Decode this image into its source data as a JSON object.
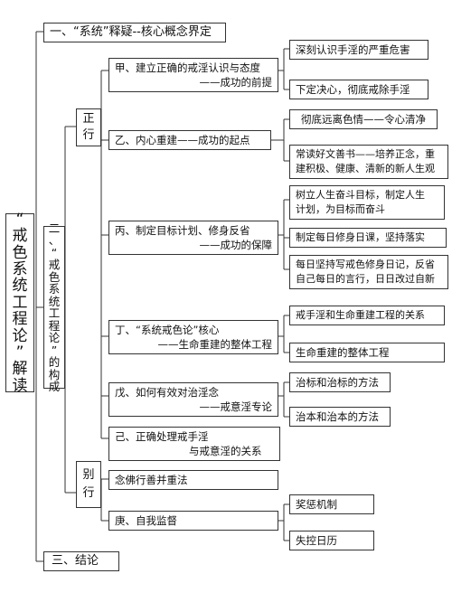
{
  "root": {
    "title": [
      "“",
      "戒",
      "色",
      "系",
      "统",
      "工",
      "程",
      "论",
      "”",
      "解",
      "读"
    ]
  },
  "sections": {
    "one": "一、“系统”释疑--核心概念界定",
    "two": [
      "二",
      "、",
      "“",
      "戒",
      "色",
      "系",
      "统",
      "工",
      "程",
      "论",
      "”",
      "的",
      "构",
      "成"
    ],
    "three": "三、结论"
  },
  "groups": {
    "zheng": [
      "正",
      "行"
    ],
    "bie": [
      "别",
      "行"
    ]
  },
  "items": {
    "jia": {
      "l1": "甲、建立正确的戒淫认识与态度",
      "l2": "——成功的前提"
    },
    "yi": {
      "l1": "乙、内心重建——成功的起点"
    },
    "bing": {
      "l1": "丙、制定目标计划、修身反省",
      "l2": "——成功的保障"
    },
    "ding": {
      "l1": "丁、“系统戒色论”核心",
      "l2": "——生命重建的整体工程"
    },
    "wu": {
      "l1": "戊、如何有效对治淫念",
      "l2": "——戒意淫专论"
    },
    "ji": {
      "l1": "己、正确处理戒手淫",
      "l2": "与戒意淫的关系"
    },
    "nianfo": {
      "l1": "念佛行善并重法"
    },
    "geng": {
      "l1": "庚、自我监督"
    }
  },
  "leaves": {
    "jia_1": [
      "深刻认识手淫的严重危害"
    ],
    "jia_2": [
      "下定决心，彻底戒除手淫"
    ],
    "yi_1": [
      "彻底远离色情——令心清净"
    ],
    "yi_2": [
      "常读好文善书——培养正念，重",
      "建积极、健康、清新的新人生观"
    ],
    "bing_1": [
      "树立人生奋斗目标，制定人生",
      "计划，为目标而奋斗"
    ],
    "bing_2": [
      "制定每日修身日课，坚持落实"
    ],
    "bing_3": [
      "每日坚持写戒色修身日记，反省",
      "自己每日的言行，日日改过自新"
    ],
    "ding_1": [
      "戒手淫和生命重建工程的关系"
    ],
    "ding_2": [
      "生命重建的整体工程"
    ],
    "wu_1": [
      "治标和治标的方法"
    ],
    "wu_2": [
      "治本和治本的方法"
    ],
    "geng_1": [
      "奖惩机制"
    ],
    "geng_2": [
      "失控日历"
    ]
  }
}
